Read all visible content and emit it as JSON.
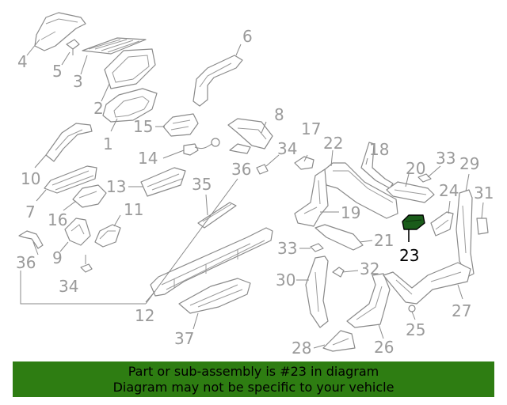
{
  "callouts": {
    "c1": "1",
    "c2": "2",
    "c3": "3",
    "c4": "4",
    "c5": "5",
    "c6": "6",
    "c7": "7",
    "c8": "8",
    "c9": "9",
    "c10": "10",
    "c11": "11",
    "c12": "12",
    "c13": "13",
    "c14": "14",
    "c15": "15",
    "c16": "16",
    "c17": "17",
    "c18": "18",
    "c19": "19",
    "c20": "20",
    "c21": "21",
    "c22": "22",
    "c23": "23",
    "c24": "24",
    "c25": "25",
    "c26": "26",
    "c27": "27",
    "c28": "28",
    "c29": "29",
    "c30": "30",
    "c31": "31",
    "c32": "32",
    "c33a": "33",
    "c33b": "33",
    "c34a": "34",
    "c34b": "34",
    "c35": "35",
    "c36a": "36",
    "c36b": "36",
    "c37": "37"
  },
  "highlight_color": "#1a5c1a",
  "banner": {
    "line1": "Part or sub-assembly is #23 in diagram",
    "line2": "Diagram may not be specific to your vehicle",
    "color": "#2e7d12"
  }
}
